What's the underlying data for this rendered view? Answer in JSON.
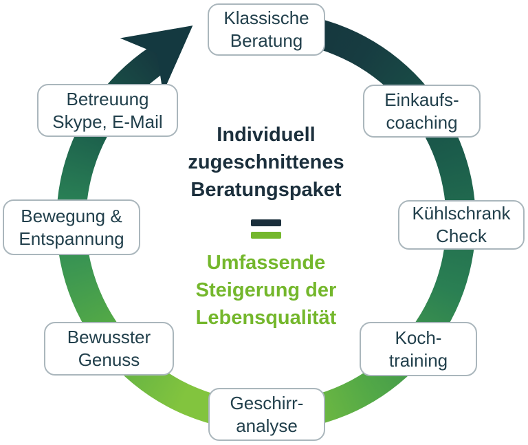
{
  "colors": {
    "ring-dark": "#15333b",
    "ring-teal": "#1b5c4b",
    "ring-mid": "#2a7f53",
    "ring-green": "#52a847",
    "ring-light": "#82c43e",
    "ring-emerald": "#2e8b58",
    "text-dark": "#1b2f3c",
    "accent-green": "#74b72c",
    "node-border": "#aab6bc",
    "node-text": "#22404c",
    "background": "#ffffff"
  },
  "diagram": {
    "title_lines": [
      "Individuell",
      "zugeschnittenes",
      "Beratungspaket"
    ],
    "equals_sign": "=",
    "result_lines": [
      "Umfassende",
      "Steigerung der",
      "Lebensqualität"
    ],
    "nodes": [
      {
        "id": "klassische-beratung",
        "lines": [
          "Klassische",
          "Beratung"
        ]
      },
      {
        "id": "einkaufs-coaching",
        "lines": [
          "Einkaufs-",
          "coaching"
        ]
      },
      {
        "id": "kuehlschrank-check",
        "lines": [
          "Kühlschrank",
          "Check"
        ]
      },
      {
        "id": "koch-training",
        "lines": [
          "Koch-",
          "training"
        ]
      },
      {
        "id": "geschirr-analyse",
        "lines": [
          "Geschirr-",
          "analyse"
        ]
      },
      {
        "id": "bewusster-genuss",
        "lines": [
          "Bewusster",
          "Genuss"
        ]
      },
      {
        "id": "bewegung-entspannung",
        "lines": [
          "Bewegung &",
          "Entspannung"
        ]
      },
      {
        "id": "betreuung-skype-email",
        "lines": [
          "Betreuung",
          "Skype, E-Mail"
        ]
      }
    ]
  }
}
